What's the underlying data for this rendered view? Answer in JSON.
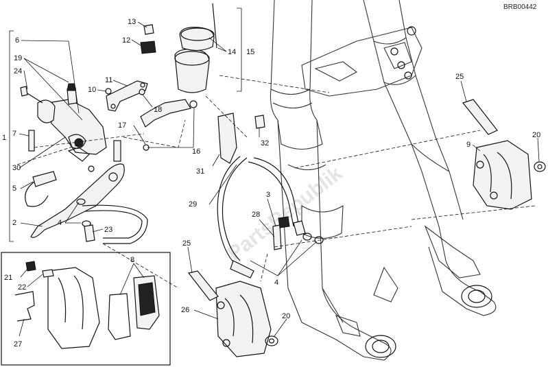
{
  "diagram": {
    "code": "BRB00442",
    "watermark": "PartsRepublik",
    "labels": {
      "l1": "1",
      "l2": "2",
      "l3": "3",
      "l4a": "4",
      "l4b": "4",
      "l5": "5",
      "l6": "6",
      "l7": "7",
      "l8": "8",
      "l9": "9",
      "l10": "10",
      "l11": "11",
      "l12": "12",
      "l13": "13",
      "l14": "14",
      "l15": "15",
      "l16": "16",
      "l17": "17",
      "l18": "18",
      "l19": "19",
      "l20a": "20",
      "l20b": "20",
      "l21": "21",
      "l22": "22",
      "l23": "23",
      "l24": "24",
      "l25a": "25",
      "l25b": "25",
      "l26": "26",
      "l27": "27",
      "l28": "28",
      "l29": "29",
      "l30": "30",
      "l31": "31",
      "l32": "32"
    }
  }
}
